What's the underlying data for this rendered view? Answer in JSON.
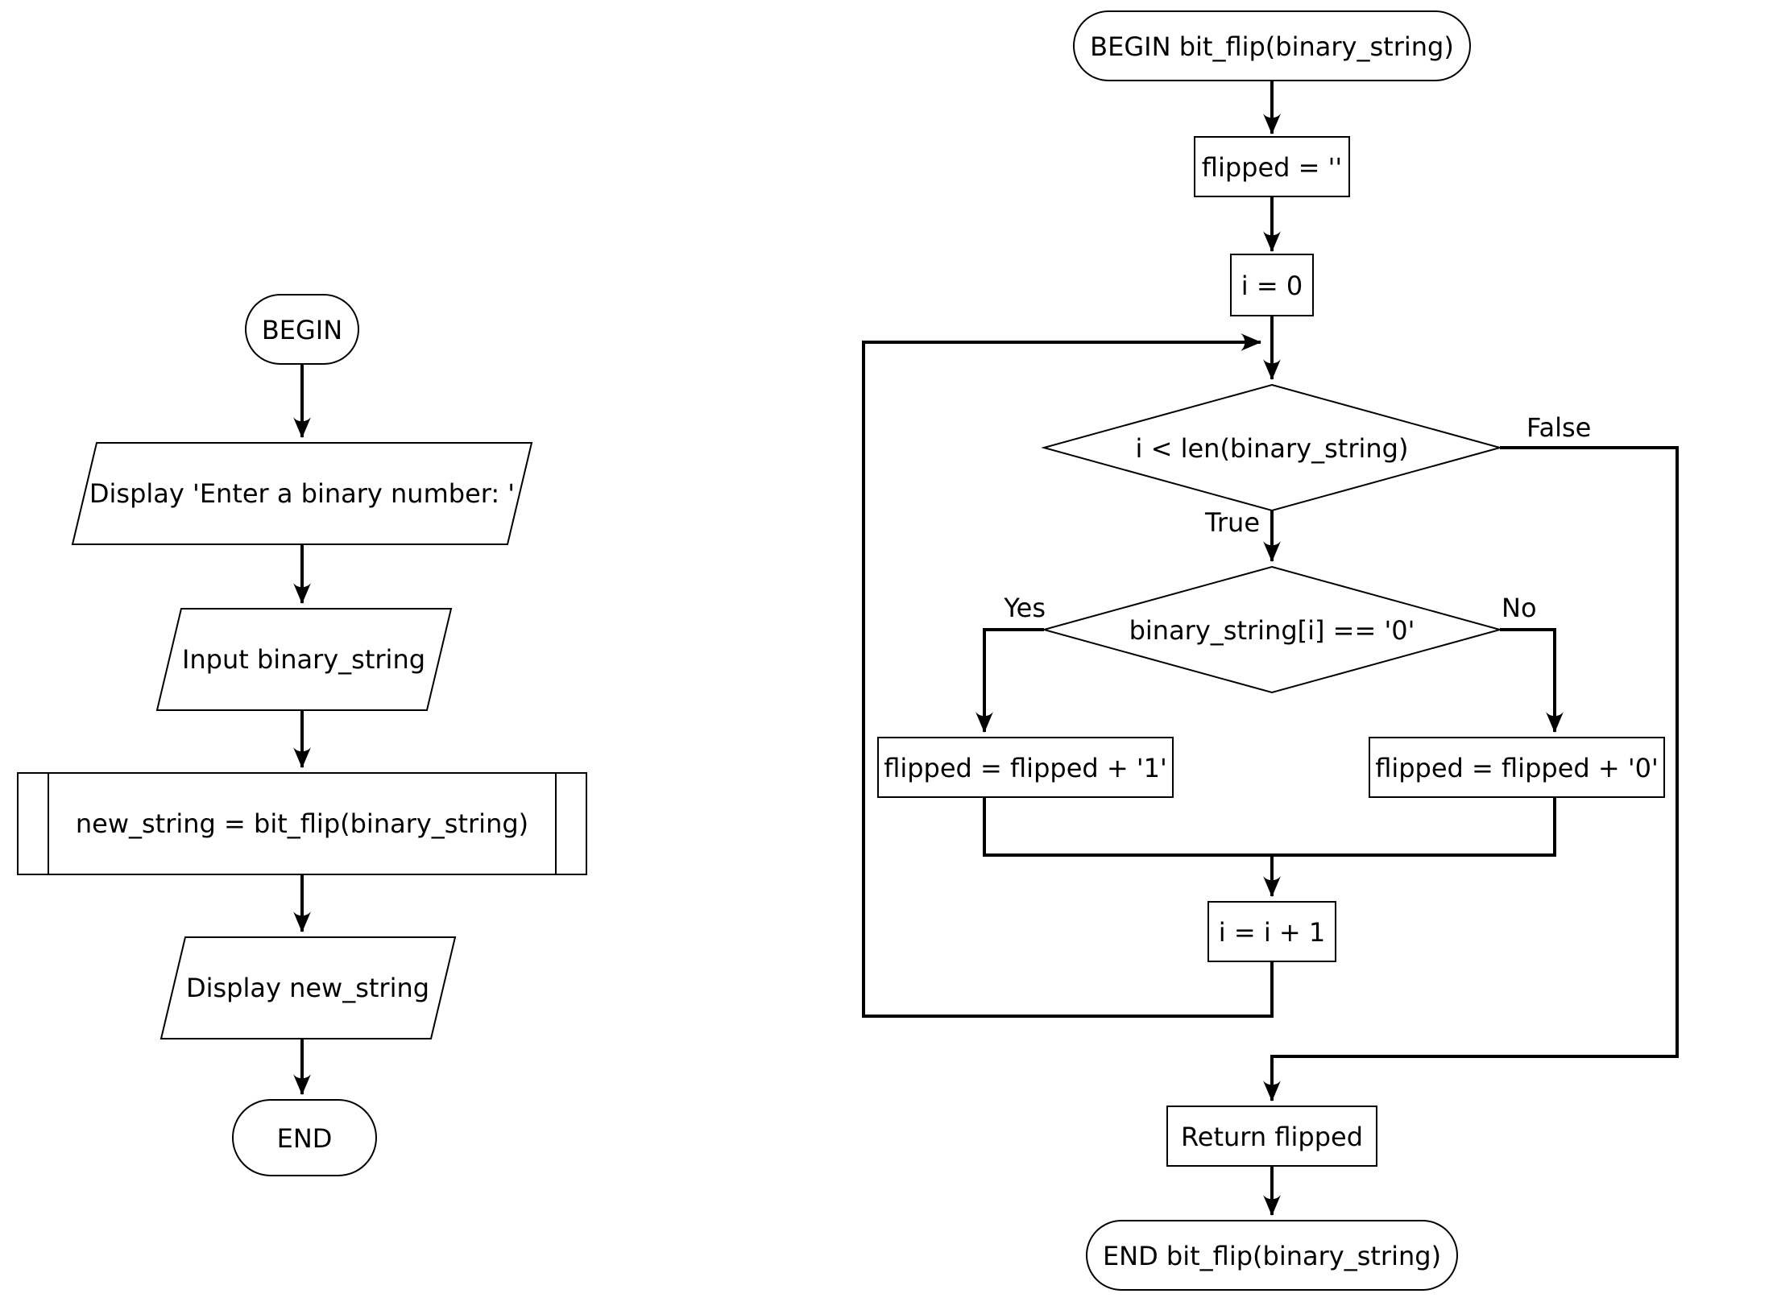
{
  "main": {
    "begin": "BEGIN",
    "display_prompt": "Display 'Enter a binary number: '",
    "input": "Input binary_string",
    "call": "new_string = bit_flip(binary_string)",
    "display_result": "Display new_string",
    "end": "END"
  },
  "func": {
    "begin": "BEGIN bit_flip(binary_string)",
    "init_flipped": "flipped = ''",
    "init_i": "i = 0",
    "loop_cond": "i < len(binary_string)",
    "true_label": "True",
    "false_label": "False",
    "bit_cond": "binary_string[i] == '0'",
    "yes_label": "Yes",
    "no_label": "No",
    "append_one": "flipped = flipped + '1'",
    "append_zero": "flipped = flipped + '0'",
    "increment": "i = i + 1",
    "return_stmt": "Return flipped",
    "end": "END bit_flip(binary_string)"
  },
  "colors": {
    "ink": "#000000",
    "background": "#ffffff"
  }
}
